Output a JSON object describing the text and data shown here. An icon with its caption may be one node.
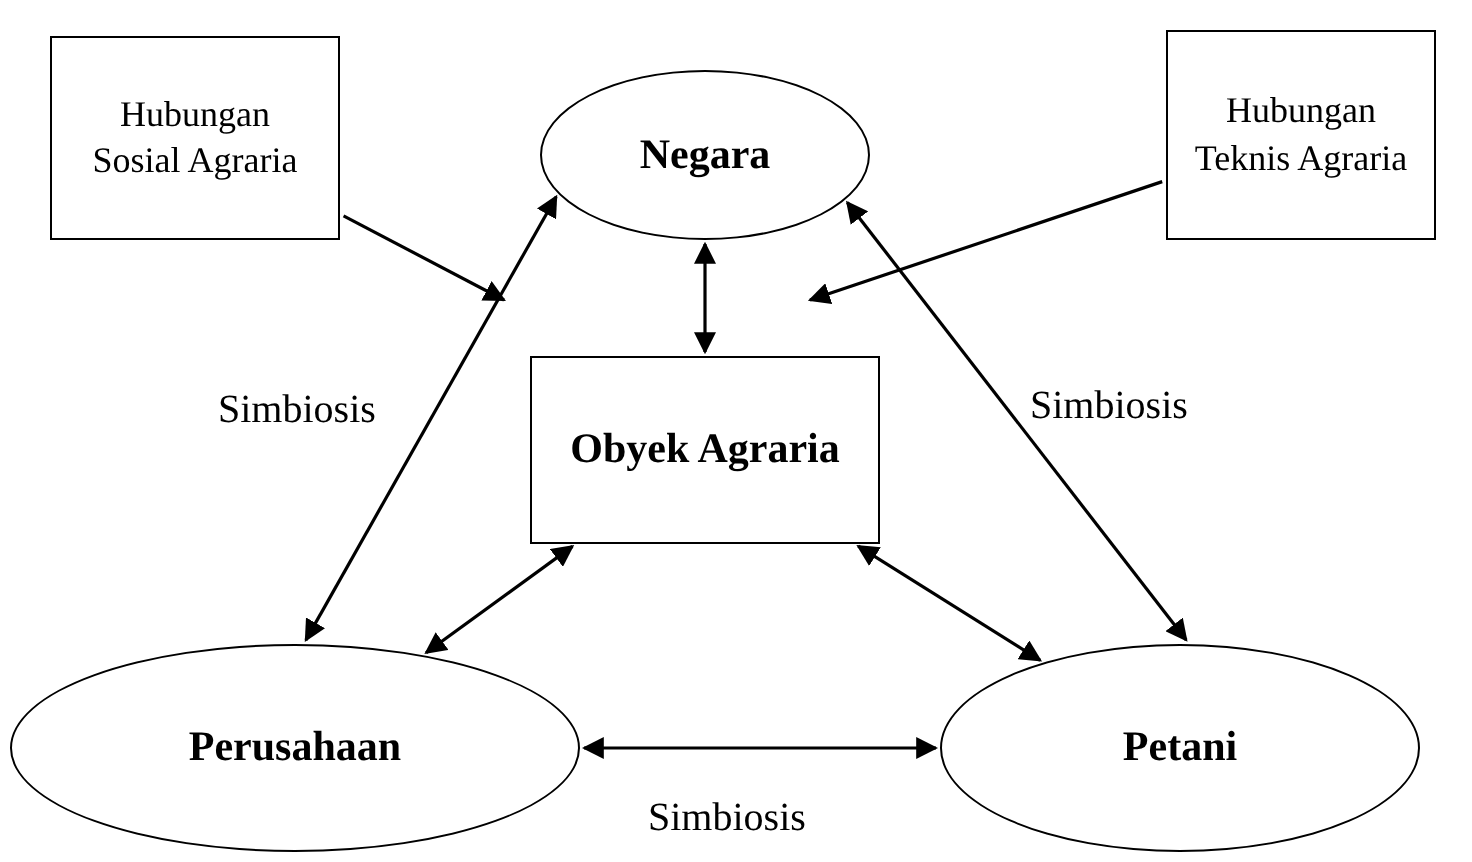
{
  "diagram": {
    "nodes": [
      {
        "text": [
          "Hubungan Sosial Agraria"
        ]
      },
      {
        "text": [
          "Negara"
        ]
      },
      {
        "text": [
          "Hubungan Teknis Agraria"
        ]
      },
      {
        "text": [
          "Obyek Agraria"
        ]
      },
      {
        "text": [
          "Perusahaan"
        ]
      },
      {
        "text": [
          "Petani"
        ]
      }
    ],
    "edges": [
      {
        "from": 0,
        "to": null,
        "arrow": "to"
      },
      {
        "from": 2,
        "to": null,
        "arrow": "to"
      },
      {
        "from": 1,
        "to": 3,
        "arrow": "both"
      },
      {
        "from": 1,
        "to": 4,
        "arrow": "both",
        "label": "Simbiosis"
      },
      {
        "from": 1,
        "to": 5,
        "arrow": "both",
        "label": "Simbiosis"
      },
      {
        "from": 3,
        "to": 4,
        "arrow": "both"
      },
      {
        "from": 3,
        "to": 5,
        "arrow": "both"
      },
      {
        "from": 4,
        "to": 5,
        "arrow": "both",
        "label": "Simbiosis"
      }
    ]
  }
}
